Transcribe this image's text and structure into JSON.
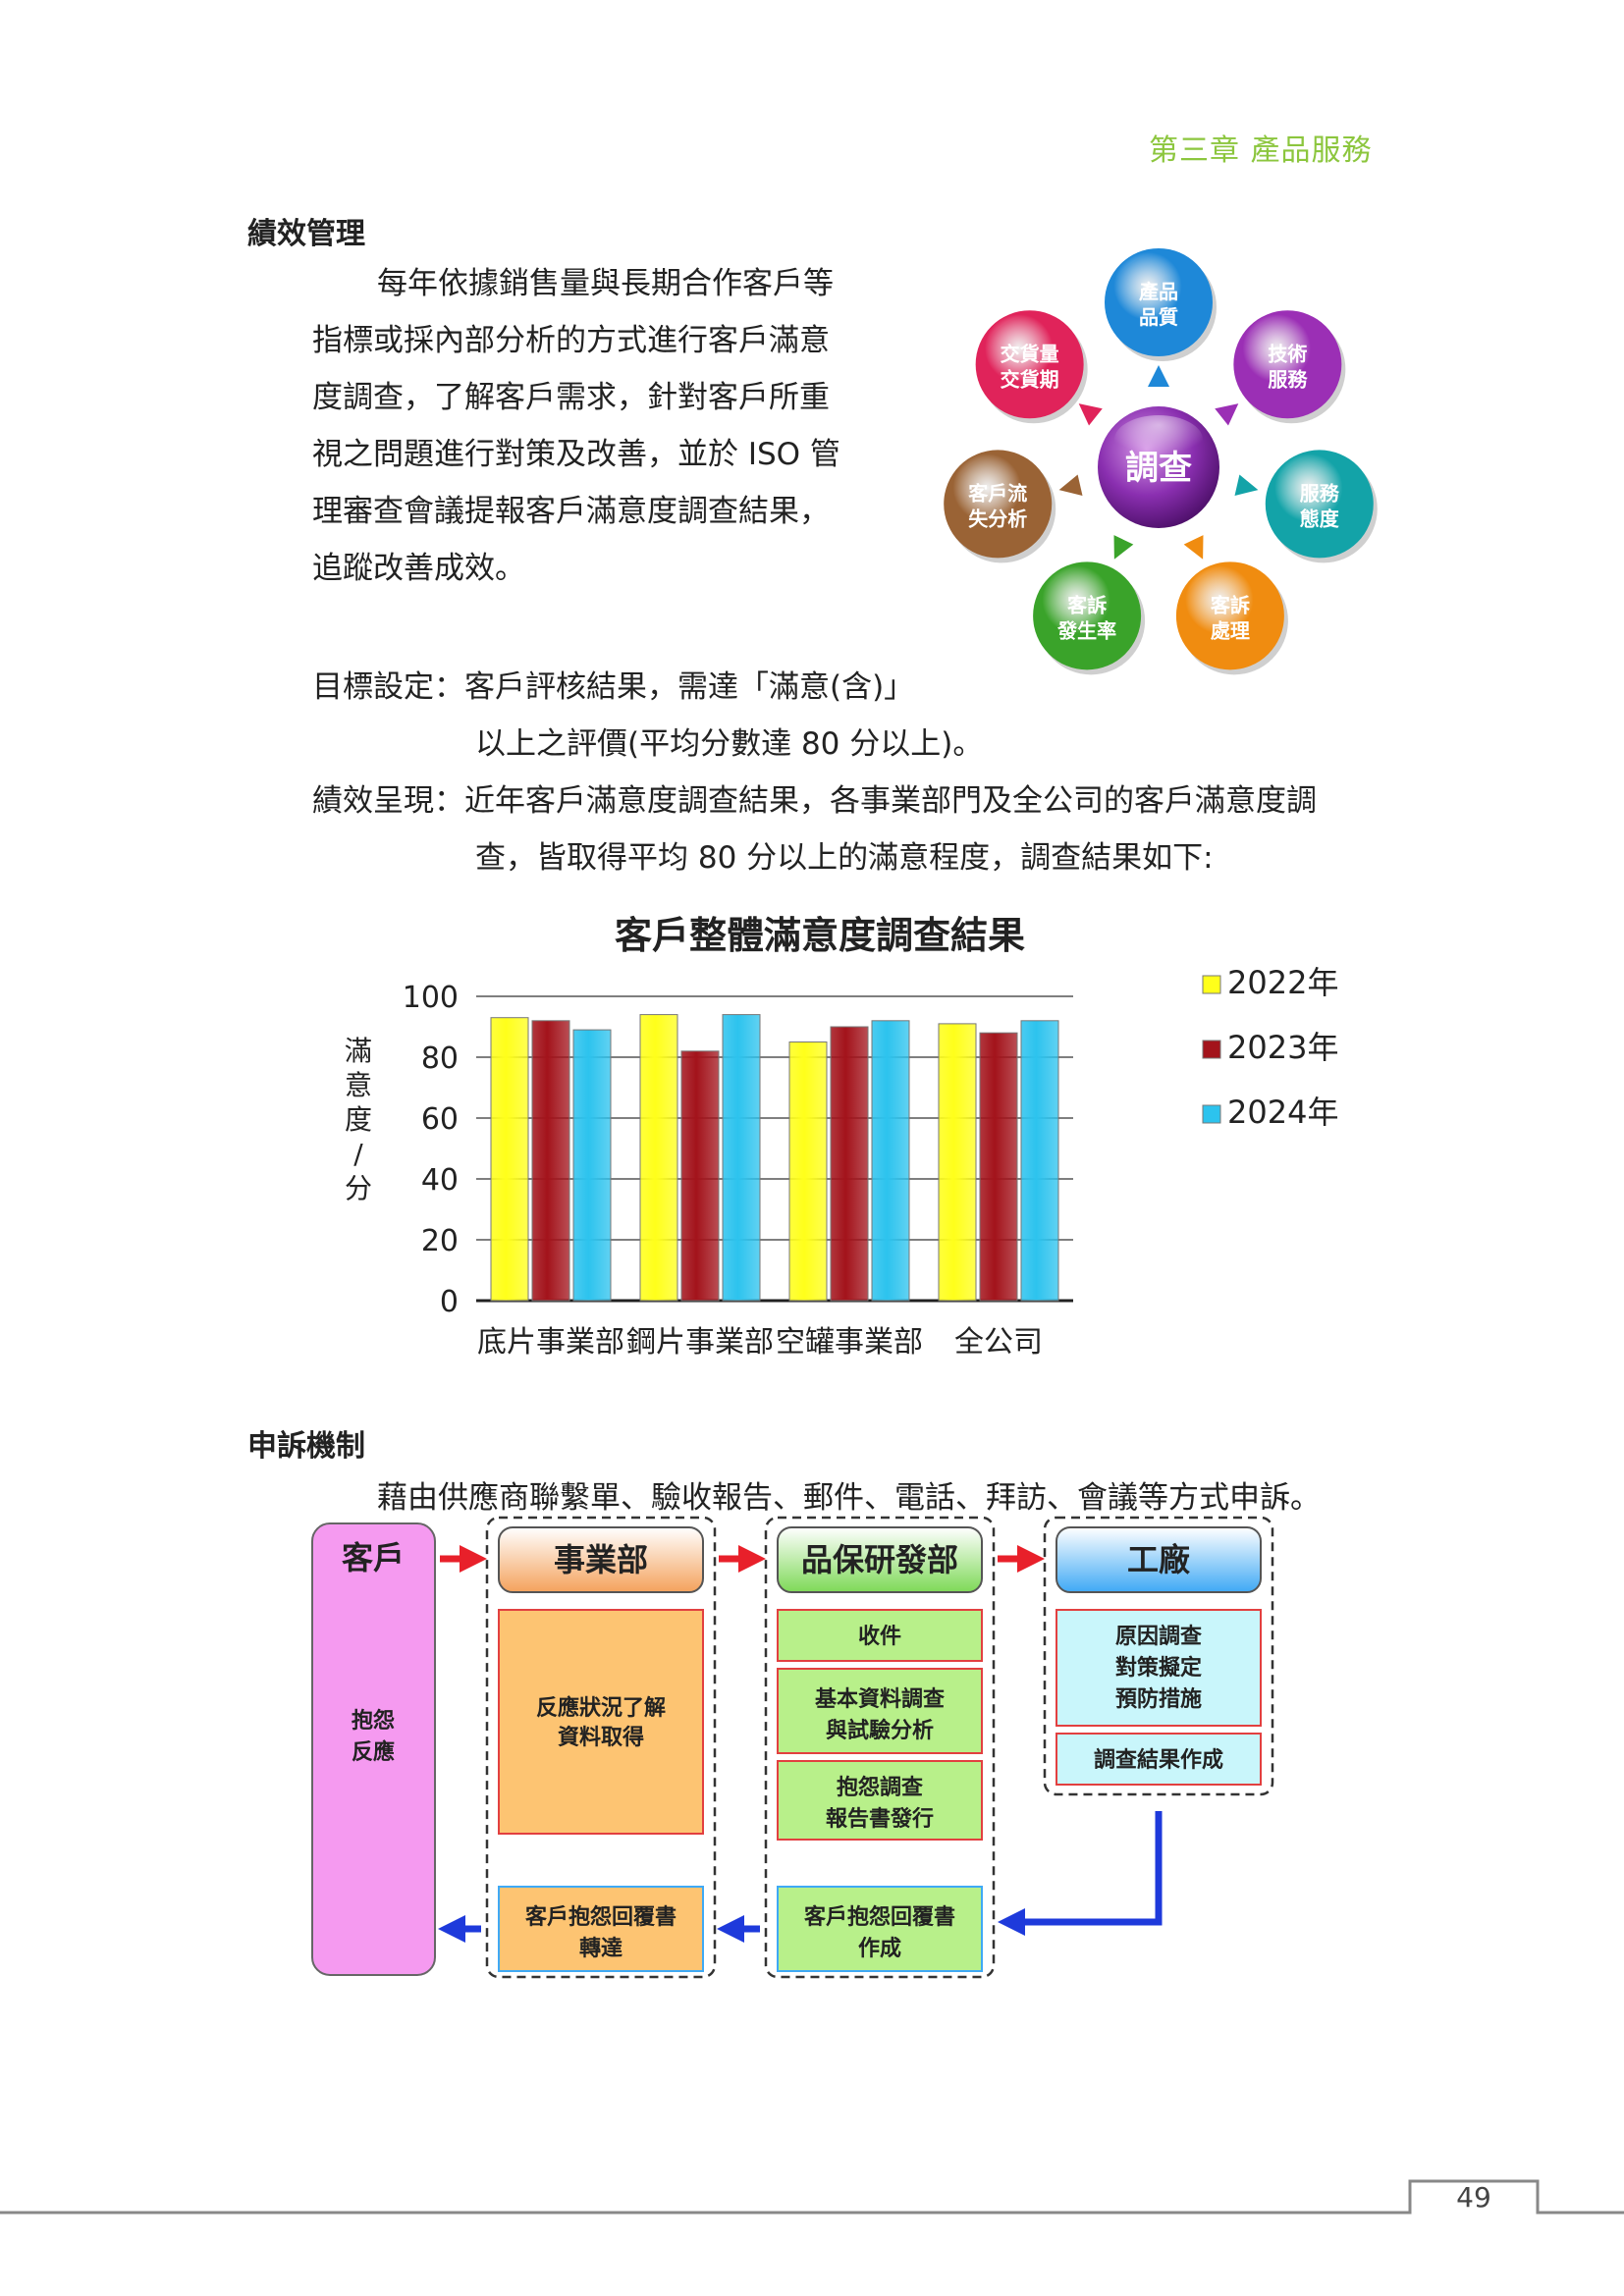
{
  "header": {
    "chapter": "第三章  產品服務"
  },
  "performance": {
    "title": "績效管理",
    "para_lines": [
      "每年依據銷售量與長期合作客戶等",
      "指標或採內部分析的方式進行客戶滿意",
      "度調查，了解客戶需求，針對客戶所重",
      "視之問題進行對策及改善，並於 ISO 管",
      "理審查會議提報客戶滿意度調查結果，",
      "追蹤改善成效。"
    ],
    "goal_line1": "目標設定：客戶評核結果，需達「滿意(含)」",
    "goal_line2": "以上之評價(平均分數達 80 分以上)。",
    "result_line1": "績效呈現：近年客戶滿意度調查結果，各事業部門及全公司的客戶滿意度調",
    "result_line2": "查，皆取得平均 80 分以上的滿意程度，調查結果如下:"
  },
  "survey_wheel": {
    "center": "調查",
    "nodes": [
      {
        "line1": "產品",
        "line2": "品質",
        "color": "#1e88d8"
      },
      {
        "line1": "技術",
        "line2": "服務",
        "color": "#9b2fb5"
      },
      {
        "line1": "服務",
        "line2": "態度",
        "color": "#13a3a8"
      },
      {
        "line1": "客訴",
        "line2": "處理",
        "color": "#f08c10"
      },
      {
        "line1": "客訴",
        "line2": "發生率",
        "color": "#3aa32a"
      },
      {
        "line1": "客戶流",
        "line2": "失分析",
        "color": "#9a6335"
      },
      {
        "line1": "交貨量",
        "line2": "交貨期",
        "color": "#e0235a"
      }
    ]
  },
  "chart_data": {
    "type": "bar",
    "title": "客戶整體滿意度調查結果",
    "ylabel": "滿意度/分",
    "xlabel": "",
    "ylim": [
      0,
      100
    ],
    "yticks": [
      0,
      20,
      40,
      60,
      80,
      100
    ],
    "categories": [
      "底片事業部",
      "鋼片事業部",
      "空罐事業部",
      "全公司"
    ],
    "series": [
      {
        "name": "2022年",
        "color": "#ffff1a",
        "values": [
          93,
          94,
          85,
          91
        ]
      },
      {
        "name": "2023年",
        "color": "#a3131b",
        "values": [
          92,
          82,
          90,
          88
        ]
      },
      {
        "name": "2024年",
        "color": "#2cc3ee",
        "values": [
          89,
          94,
          92,
          92
        ]
      }
    ],
    "grid": true,
    "legend": "right"
  },
  "complaint": {
    "title": "申訴機制",
    "intro": "藉由供應商聯繫單、驗收報告、郵件、電話、拜訪、會議等方式申訴。",
    "customer": {
      "title": "客戶",
      "body1": "抱怨",
      "body2": "反應"
    },
    "business": {
      "title": "事業部",
      "box1_l1": "反應狀況了解",
      "box1_l2": "資料取得",
      "box2_l1": "客戶抱怨回覆書",
      "box2_l2": "轉達"
    },
    "qa": {
      "title": "品保研發部",
      "box1": "收件",
      "box2_l1": "基本資料調查",
      "box2_l2": "與試驗分析",
      "box3_l1": "抱怨調查",
      "box3_l2": "報告書發行",
      "box4_l1": "客戶抱怨回覆書",
      "box4_l2": "作成"
    },
    "factory": {
      "title": "工廠",
      "box1_l1": "原因調查",
      "box1_l2": "對策擬定",
      "box1_l3": "預防措施",
      "box2": "調查結果作成"
    }
  },
  "footer": {
    "page_number": "49"
  }
}
